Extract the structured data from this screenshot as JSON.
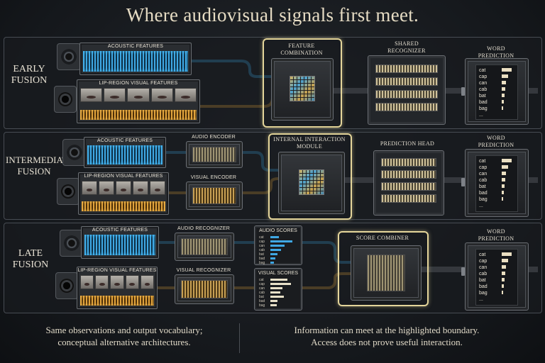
{
  "title": "Where audiovisual signals first meet.",
  "rows": {
    "early": {
      "label_line1": "EARLY",
      "label_line2": "FUSION",
      "acoustic": "ACOUSTIC FEATURES",
      "visual": "LIP-REGION VISUAL FEATURES",
      "combination_line1": "FEATURE",
      "combination_line2": "COMBINATION",
      "recognizer_line1": "SHARED",
      "recognizer_line2": "RECOGNIZER",
      "prediction_line1": "WORD",
      "prediction_line2": "PREDICTION"
    },
    "intermediate": {
      "label_line1": "INTERMEDIATE",
      "label_line2": "FUSION",
      "acoustic": "ACOUSTIC FEATURES",
      "visual": "LIP-REGION VISUAL FEATURES",
      "audio_encoder": "AUDIO ENCODER",
      "visual_encoder": "VISUAL ENCODER",
      "interaction_line1": "INTERNAL INTERACTION",
      "interaction_line2": "MODULE",
      "head": "PREDICTION HEAD",
      "prediction_line1": "WORD",
      "prediction_line2": "PREDICTION"
    },
    "late": {
      "label_line1": "LATE",
      "label_line2": "FUSION",
      "acoustic": "ACOUSTIC FEATURES",
      "visual": "LIP-REGION VISUAL FEATURES",
      "audio_recognizer": "AUDIO RECOGNIZER",
      "visual_recognizer": "VISUAL RECOGNIZER",
      "audio_scores": "AUDIO SCORES",
      "visual_scores": "VISUAL SCORES",
      "combiner": "SCORE COMBINER",
      "prediction_line1": "WORD",
      "prediction_line2": "PREDICTION"
    }
  },
  "vocabulary": [
    "cat",
    "cap",
    "can",
    "cab",
    "bat",
    "bad",
    "bag",
    "..."
  ],
  "prediction_levels": [
    0.9,
    0.55,
    0.4,
    0.3,
    0.25,
    0.2,
    0.15
  ],
  "audio_score_levels": [
    0.35,
    0.9,
    0.6,
    0.45,
    0.3,
    0.2,
    0.15
  ],
  "visual_score_levels": [
    0.7,
    0.85,
    0.5,
    0.4,
    0.55,
    0.3,
    0.25
  ],
  "footer": {
    "left_line1": "Same observations and output vocabulary;",
    "left_line2": "conceptual alternative architectures.",
    "right_line1": "Information can meet at the highlighted boundary.",
    "right_line2": "Access does not prove useful interaction."
  },
  "colors": {
    "audio": "#3fa7e3",
    "visual": "#e0a23c",
    "highlight": "#e4d59a",
    "pipe": "#8a8f96"
  }
}
